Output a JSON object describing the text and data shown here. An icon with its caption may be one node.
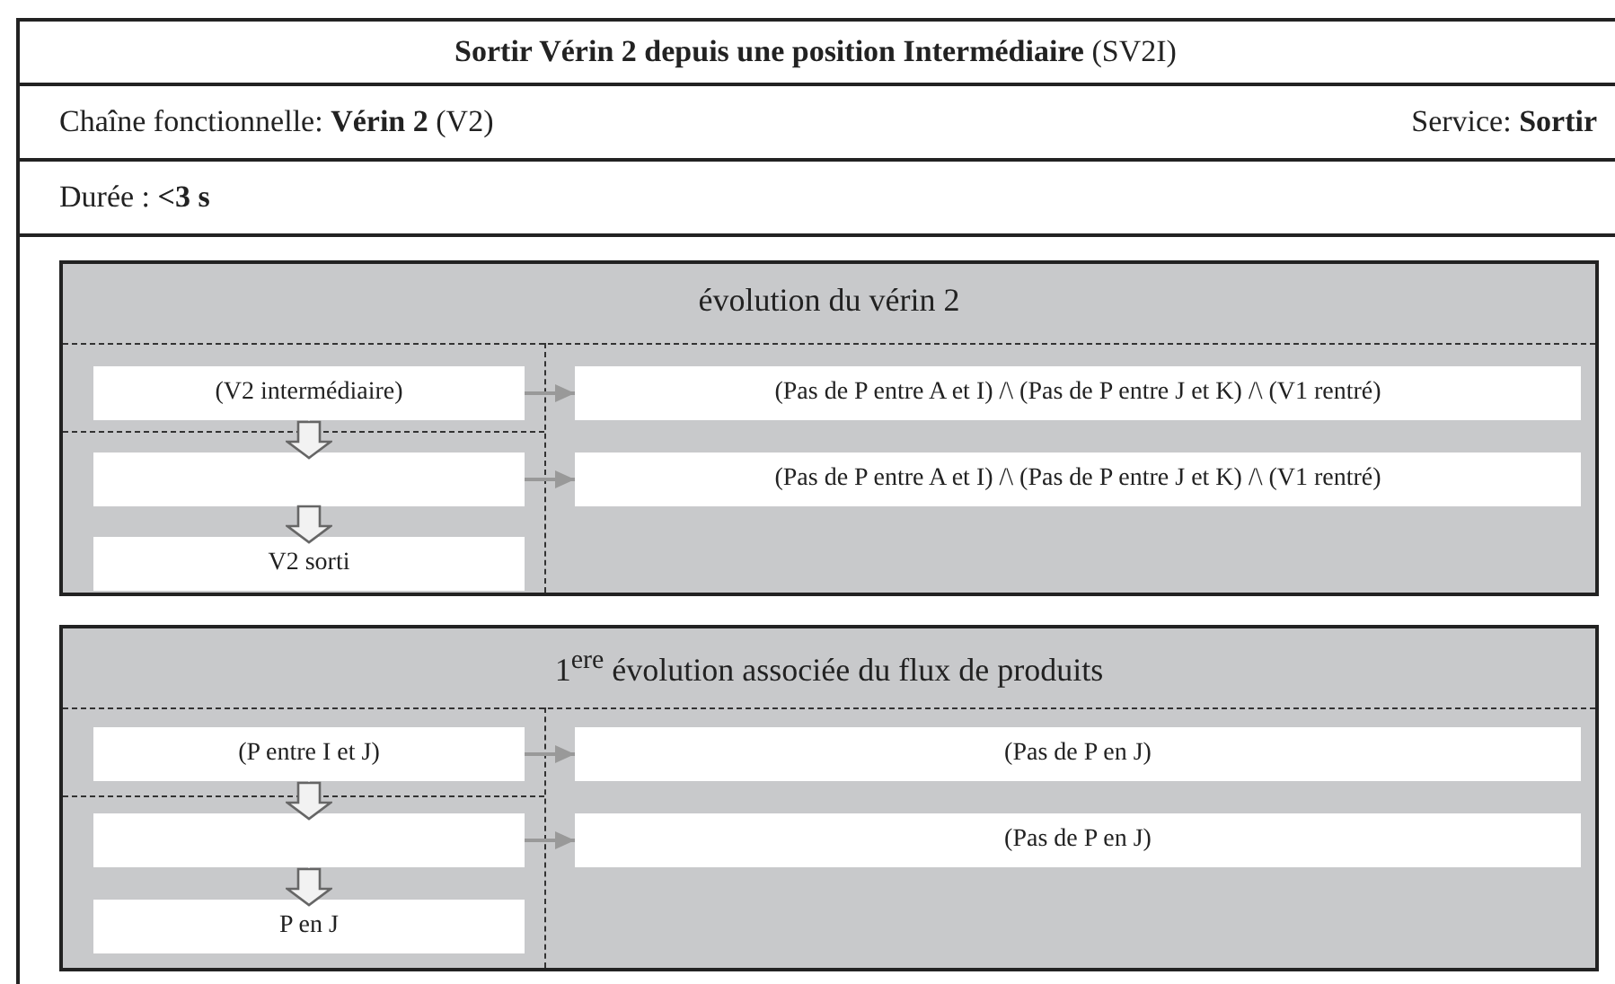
{
  "diagram": {
    "title": "**Sortir Vérin 2 depuis une position Intermédiaire** (SV2I)",
    "nodes": [
      {
        "text": [
          "évolution du vérin 2"
        ]
      },
      {
        "text": [
          "(V2 intermédiaire)"
        ],
        "in": 0
      },
      {
        "text": [],
        "shape": "box",
        "in": 0
      },
      {
        "text": [
          "V2 sorti"
        ],
        "in": 0
      },
      {
        "text": [
          "(Pas de P entre A et I) /\\ (Pas de P entre J et K) /\\ (V1 rentré)"
        ],
        "in": 0
      },
      {
        "text": [
          "(Pas de P entre A et I) /\\ (Pas de P entre J et K) /\\ (V1 rentré)"
        ],
        "in": 0
      },
      {
        "text": [
          "1$^{ere}$ évolution associée du flux de produits"
        ]
      },
      {
        "text": [
          "(P entre I et J)"
        ],
        "in": 6
      },
      {
        "text": [],
        "shape": "box",
        "in": 6
      },
      {
        "text": [
          "P en J"
        ],
        "in": 6
      },
      {
        "text": [
          "(Pas de P en J)"
        ],
        "in": 6
      },
      {
        "text": [
          "(Pas de P en J)"
        ],
        "in": 6
      }
    ],
    "edges": [
      {
        "from": 1,
        "to": 2,
        "arrow": "to"
      },
      {
        "from": 2,
        "to": 3,
        "arrow": "to"
      },
      {
        "from": 1,
        "to": 4,
        "arrow": "to",
        "color": "#999999"
      },
      {
        "from": 2,
        "to": 5,
        "arrow": "to",
        "color": "#999999"
      },
      {
        "from": 7,
        "to": 8,
        "arrow": "to"
      },
      {
        "from": 8,
        "to": 9,
        "arrow": "to"
      },
      {
        "from": 7,
        "to": 10,
        "arrow": "to",
        "color": "#999999"
      },
      {
        "from": 8,
        "to": 11,
        "arrow": "to",
        "color": "#999999"
      }
    ],
    "labels": [
      "Chaîne fonctionnelle: **Vérin 2** (V2)",
      "Service: **Sortir**",
      "Durée : **<3 s**"
    ]
  }
}
